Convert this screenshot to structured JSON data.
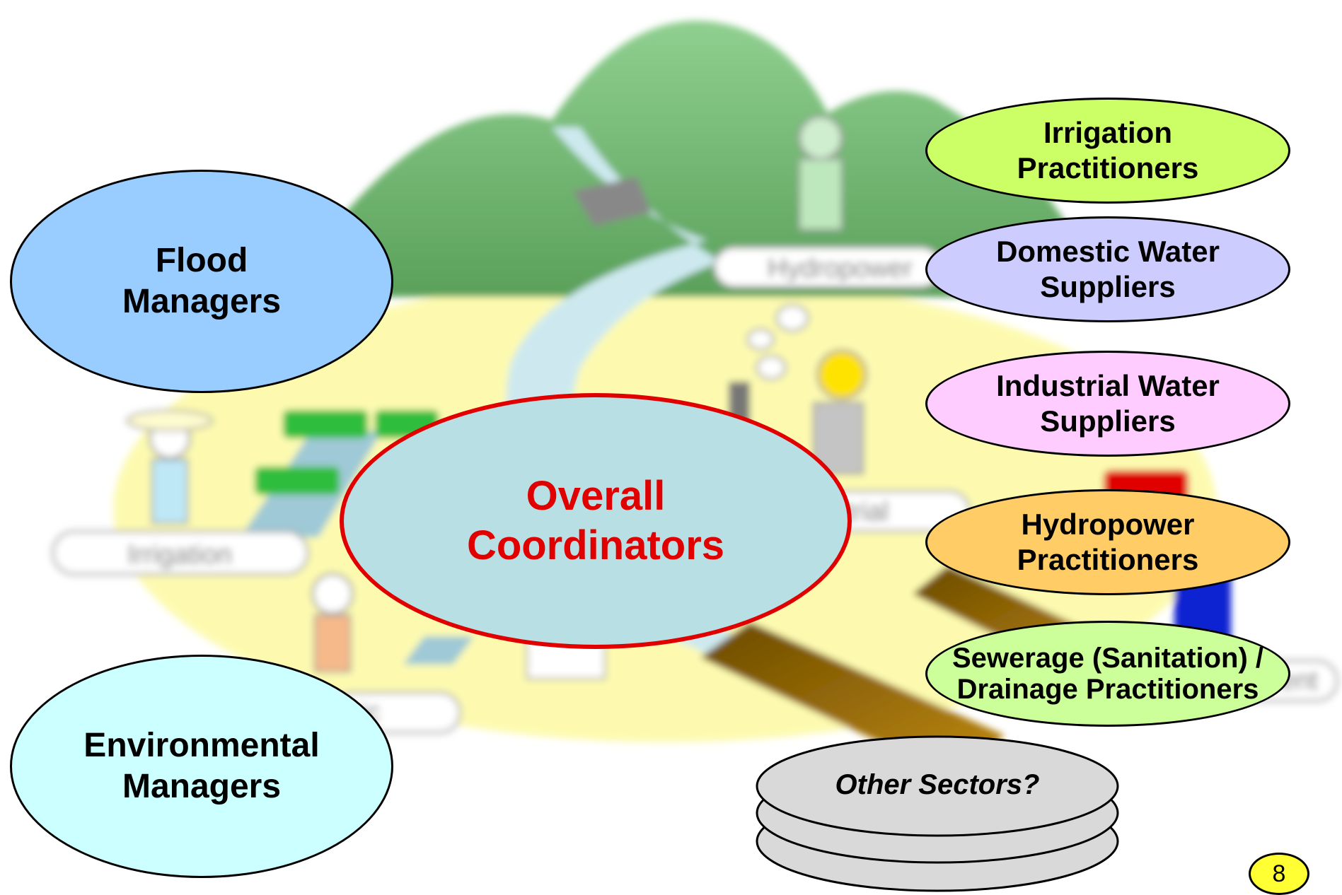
{
  "background_labels": {
    "hydropower": "Hydropower",
    "irrigation": "Irrigation",
    "industrial_partial": "trial",
    "domestic_partial": "ic",
    "environment_partial": "ent"
  },
  "ovals": {
    "flood": {
      "line1": "Flood",
      "line2": "Managers",
      "color": "#99ccff"
    },
    "environmental": {
      "line1": "Environmental",
      "line2": "Managers",
      "color": "#ccffff"
    },
    "coordinators": {
      "line1": "Overall",
      "line2": "Coordinators",
      "color": "#b8dfe3",
      "text_color": "#e00000",
      "border_color": "#e00000"
    },
    "irrigation": {
      "line1": "Irrigation",
      "line2": "Practitioners",
      "color": "#ccff66"
    },
    "domestic": {
      "line1": "Domestic Water",
      "line2": "Suppliers",
      "color": "#ccccff"
    },
    "industrial": {
      "line1": "Industrial Water",
      "line2": "Suppliers",
      "color": "#ffccff"
    },
    "hydropower": {
      "line1": "Hydropower",
      "line2": "Practitioners",
      "color": "#ffcc66"
    },
    "sewerage": {
      "line1": "Sewerage (Sanitation) /",
      "line2": "Drainage Practitioners",
      "color": "#ccff99"
    }
  },
  "other_sectors": {
    "label": "Other Sectors?",
    "color": "#d9d9d9"
  },
  "page_number": "8"
}
